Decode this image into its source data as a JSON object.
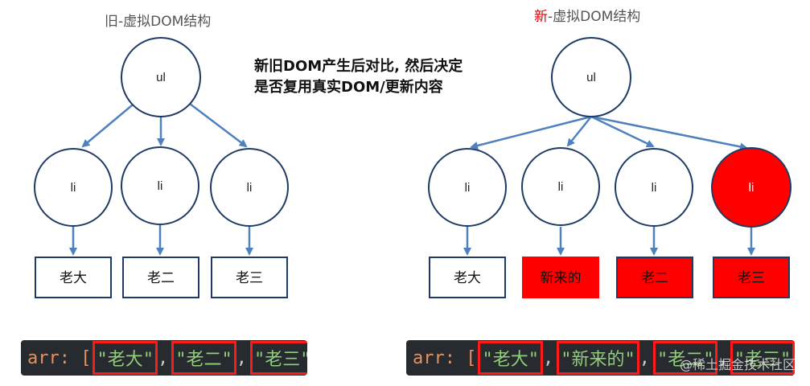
{
  "left_title": "旧-虚拟DOM结构",
  "right_title_prefix": "新",
  "right_title_rest": "-虚拟DOM结构",
  "center_text_line1": "新旧DOM产生后对比, 然后决定",
  "center_text_line2": "是否复用真实DOM/更新内容",
  "old_tree": {
    "root": "ul",
    "children": [
      "li",
      "li",
      "li"
    ],
    "boxes": [
      "老大",
      "老二",
      "老三"
    ]
  },
  "new_tree": {
    "root": "ul",
    "children": [
      "li",
      "li",
      "li",
      "li"
    ],
    "boxes": [
      "老大",
      "新来的",
      "老二",
      "老三"
    ]
  },
  "old_code": {
    "prefix": "arr: [",
    "items": [
      "\"老大\"",
      "\"老二\"",
      "\"老三\""
    ],
    "suffix": "]"
  },
  "new_code": {
    "prefix": "arr: [",
    "items": [
      "\"老大\"",
      "\"新来的\"",
      "\"老二\"",
      "\"老三\""
    ],
    "suffix": "]"
  },
  "watermark": "@稀土掘金技术社区",
  "colors": {
    "edge": "#4f81bd",
    "highlight": "#ff0000",
    "node_stroke": "#1f3b63"
  }
}
